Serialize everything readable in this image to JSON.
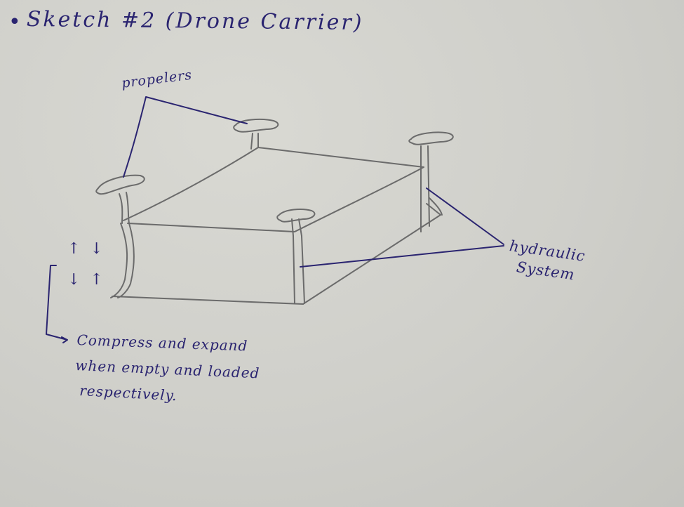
{
  "title": {
    "bullet": "•",
    "text": "Sketch #2 (Drone Carrier)"
  },
  "labels": {
    "propellers": "propelers",
    "hydraulic_line1": "hydraulic",
    "hydraulic_line2": "System"
  },
  "note": {
    "line1": "Compress and expand",
    "line2": "when empty and loaded",
    "line3": "respectively."
  },
  "arrow_glyphs": {
    "row1": "↑↓",
    "row2": "↓↑"
  },
  "colors": {
    "paper": "#cfcfca",
    "pencil": "#6b6b6b",
    "ink": "#2a2470"
  }
}
